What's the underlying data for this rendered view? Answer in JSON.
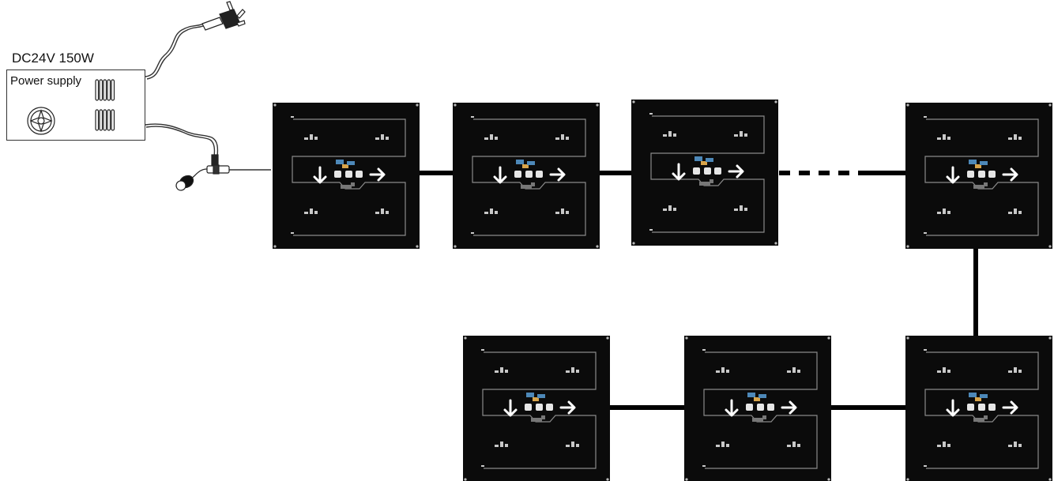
{
  "power_supply": {
    "title": "DC24V 150W",
    "label": "Power supply"
  },
  "panel_count": 7,
  "icons": {
    "input": "arrow-down-icon",
    "output": "arrow-right-icon",
    "plug": "plug-icon",
    "connector": "round-connector-icon"
  },
  "colors": {
    "panel": "#0b0b0b",
    "trace": "#8a8a8a",
    "cable": "#000000",
    "psu_border": "#333333"
  }
}
